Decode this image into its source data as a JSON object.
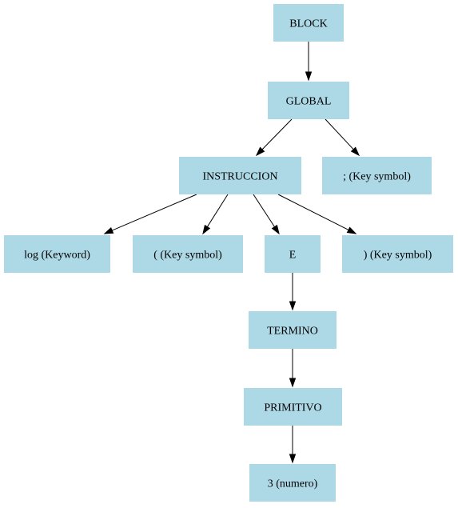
{
  "diagram": {
    "nodes": [
      {
        "id": "block",
        "label": "BLOCK"
      },
      {
        "id": "global",
        "label": "GLOBAL"
      },
      {
        "id": "instruccion",
        "label": "INSTRUCCION"
      },
      {
        "id": "semicolon",
        "label": "; (Key symbol)"
      },
      {
        "id": "log",
        "label": "log (Keyword)"
      },
      {
        "id": "lparen",
        "label": "( (Key symbol)"
      },
      {
        "id": "e",
        "label": "E"
      },
      {
        "id": "rparen",
        "label": ") (Key symbol)"
      },
      {
        "id": "termino",
        "label": "TERMINO"
      },
      {
        "id": "primitivo",
        "label": "PRIMITIVO"
      },
      {
        "id": "numero",
        "label": "3 (numero)"
      }
    ],
    "edges": [
      {
        "from": "block",
        "to": "global"
      },
      {
        "from": "global",
        "to": "instruccion"
      },
      {
        "from": "global",
        "to": "semicolon"
      },
      {
        "from": "instruccion",
        "to": "log"
      },
      {
        "from": "instruccion",
        "to": "lparen"
      },
      {
        "from": "instruccion",
        "to": "e"
      },
      {
        "from": "instruccion",
        "to": "rparen"
      },
      {
        "from": "e",
        "to": "termino"
      },
      {
        "from": "termino",
        "to": "primitivo"
      },
      {
        "from": "primitivo",
        "to": "numero"
      }
    ],
    "colors": {
      "node_fill": "#add8e6",
      "edge": "#000000",
      "text": "#000000"
    }
  }
}
